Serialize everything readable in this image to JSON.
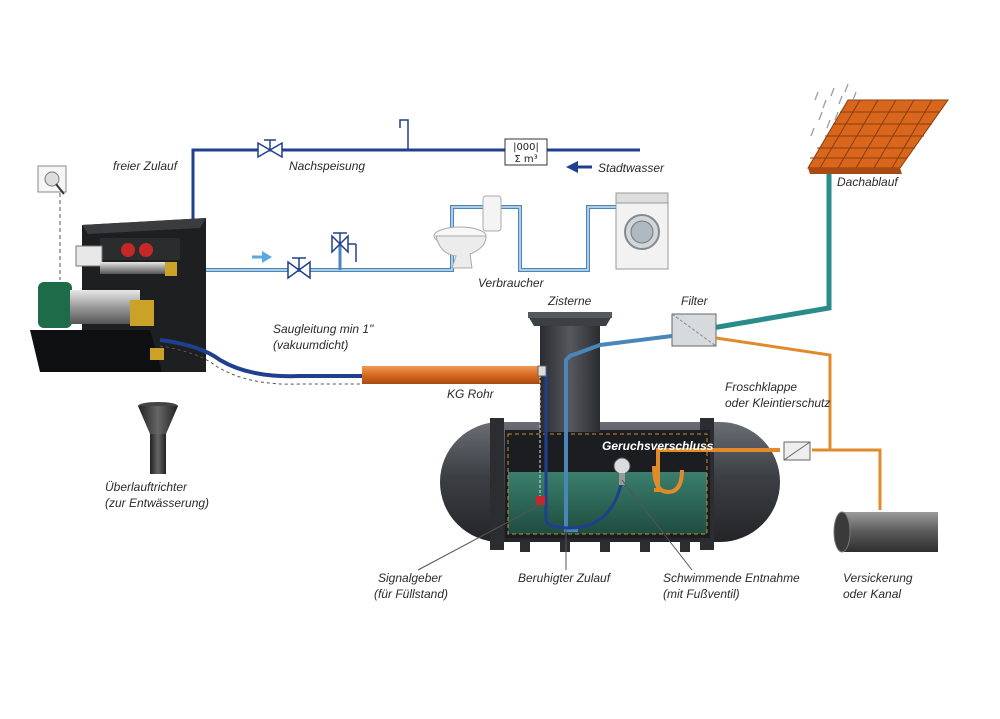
{
  "labels": {
    "freier_zulauf": "freier Zulauf",
    "nachspeisung": "Nachspeisung",
    "stadtwasser": "Stadtwasser",
    "meter_top": "|000|",
    "meter_bottom": "Σ m³",
    "dachablauf": "Dachablauf",
    "verbraucher": "Verbraucher",
    "zisterne": "Zisterne",
    "filter": "Filter",
    "saugleitung_1": "Saugleitung min 1\"",
    "saugleitung_2": "(vakuumdicht)",
    "kg_rohr": "KG Rohr",
    "froschklappe_1": "Froschklappe",
    "froschklappe_2": "oder Kleintierschutz",
    "geruchsverschluss": "Geruchsverschluss",
    "ueberlauf_1": "Überlauftrichter",
    "ueberlauf_2": "(zur Entwässerung)",
    "signalgeber_1": "Signalgeber",
    "signalgeber_2": "(für Füllstand)",
    "beruhigter_zulauf": "Beruhigter Zulauf",
    "schwimmende_1": "Schwimmende Entnahme",
    "schwimmende_2": "(mit Fußventil)",
    "versickerung_1": "Versickerung",
    "versickerung_2": "oder Kanal"
  },
  "colors": {
    "city_water": "#1f3f8f",
    "consumer_pipe": "#4a86b8",
    "rain_pipe": "#2a8c8a",
    "overflow_pipe": "#e08a2a",
    "tank": "#3a3d42",
    "water": "#2f6f5e",
    "kg_pipe": "#d8691f",
    "roof": "#d9661d"
  }
}
